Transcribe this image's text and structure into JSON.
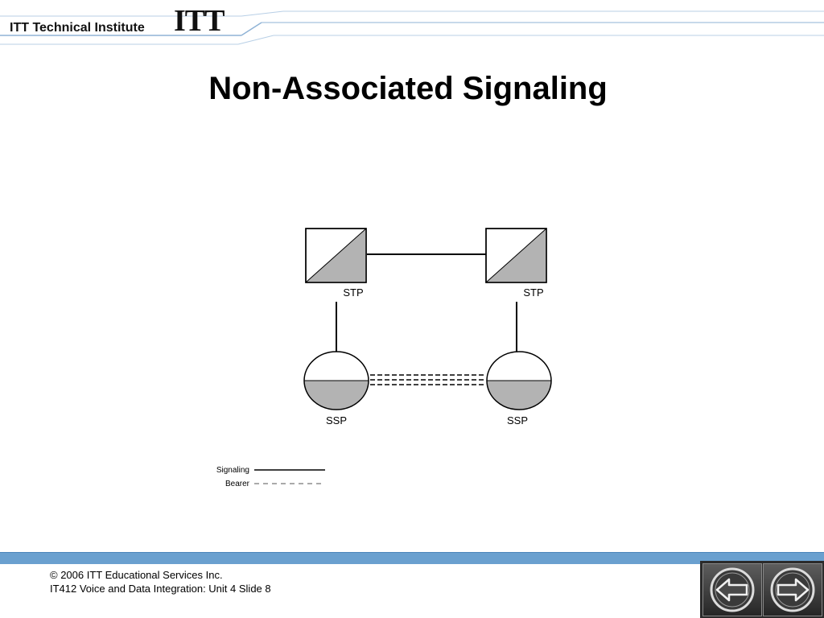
{
  "header": {
    "institute_name": "ITT Technical Institute",
    "logo_text": "ITT"
  },
  "title": "Non-Associated Signaling",
  "diagram": {
    "nodes": {
      "stp_left": "STP",
      "stp_right": "STP",
      "ssp_left": "SSP",
      "ssp_right": "SSP"
    },
    "legend": {
      "signaling": "Signaling",
      "bearer": "Bearer"
    }
  },
  "footer": {
    "copyright": "© 2006 ITT Educational Services Inc.",
    "course": "IT412 Voice and Data Integration: Unit 4 Slide 8"
  },
  "nav": {
    "back_icon": "arrow-left-icon",
    "forward_icon": "arrow-right-icon"
  },
  "colors": {
    "footer_band": "#6aa0cf",
    "node_fill": "#b3b3b3",
    "header_lines": "#8fb3d6"
  }
}
